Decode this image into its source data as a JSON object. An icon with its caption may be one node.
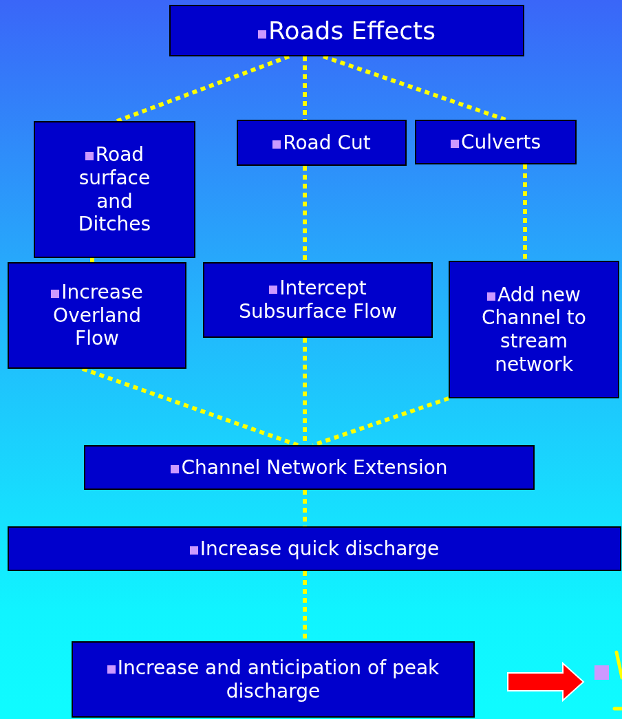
{
  "diagram": {
    "nodes": [
      {
        "text": [
          "Roads Effects"
        ]
      },
      {
        "text": [
          "Road surface and Ditches"
        ]
      },
      {
        "text": [
          "Road Cut"
        ]
      },
      {
        "text": [
          "Culverts"
        ]
      },
      {
        "text": [
          "Increase Overland Flow"
        ]
      },
      {
        "text": [
          "Intercept Subsurface Flow"
        ]
      },
      {
        "text": [
          "Add new Channel to stream network"
        ]
      },
      {
        "text": [
          "Channel Network Extension"
        ]
      },
      {
        "text": [
          "Increase quick discharge"
        ]
      },
      {
        "text": [
          "Increase and anticipation of peak discharge"
        ]
      }
    ],
    "edges": [
      {
        "from": 0,
        "to": 1,
        "arrow": "none",
        "style": "dashed"
      },
      {
        "from": 0,
        "to": 2,
        "arrow": "none",
        "style": "dashed"
      },
      {
        "from": 0,
        "to": 3,
        "arrow": "none",
        "style": "dashed"
      },
      {
        "from": 1,
        "to": 4,
        "arrow": "none",
        "style": "dashed"
      },
      {
        "from": 2,
        "to": 5,
        "arrow": "none",
        "style": "dashed"
      },
      {
        "from": 3,
        "to": 6,
        "arrow": "none",
        "style": "dashed"
      },
      {
        "from": 4,
        "to": 7,
        "arrow": "none",
        "style": "dashed"
      },
      {
        "from": 5,
        "to": 7,
        "arrow": "none",
        "style": "dashed"
      },
      {
        "from": 6,
        "to": 7,
        "arrow": "none",
        "style": "dashed"
      },
      {
        "from": 7,
        "to": 8,
        "arrow": "none",
        "style": "dashed"
      },
      {
        "from": 8,
        "to": 9,
        "arrow": "none",
        "style": "dashed"
      }
    ]
  }
}
